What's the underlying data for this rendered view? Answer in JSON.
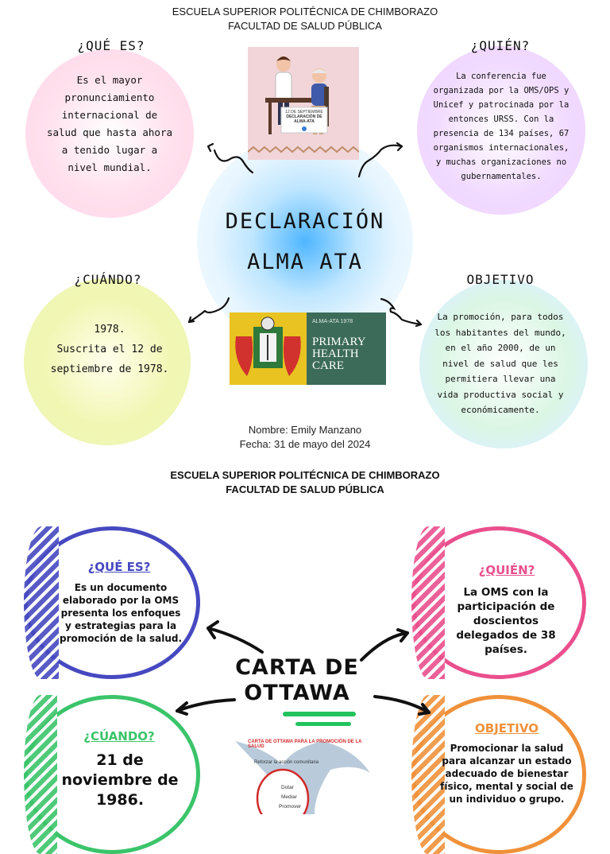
{
  "poster1": {
    "school": "ESCUELA SUPERIOR POLITÉCNICA DE CHIMBORAZO",
    "faculty": "FACULTAD DE SALUD PÚBLICA",
    "center_line1": "DECLARACIÓN",
    "center_line2": "ALMA ATA",
    "que_es": {
      "title": "¿QUÉ ES?",
      "text": "Es el mayor pronunciamiento internacional de salud que hasta ahora a tenido lugar a nivel mundial."
    },
    "quien": {
      "title": "¿QUIÉN?",
      "text": "La conferencia fue organizada por la OMS/OPS y Unicef y patrocinada por la entonces URSS. Con la presencia de 134 países, 67 organismos internacionales, y muchas organizaciones no gubernamentales."
    },
    "cuando": {
      "title": "¿CUÁNDO?",
      "line1": "1978.",
      "line2": "Suscrita el 12 de septiembre de 1978."
    },
    "objetivo": {
      "title": "OBJETIVO",
      "text": "La promoción, para todos los habitantes del mundo, en el año 2000, de un nivel de salud que les permitiera llevar una vida productiva social y económicamente."
    },
    "image_text": {
      "line1": "12 DE SEPTIEMBRE",
      "line2": "DECLARACIÓN DE",
      "line3": "ALMA-ATA"
    },
    "book": {
      "small": "ALMA-ATA 1978",
      "line1": "PRIMARY",
      "line2": "HEALTH CARE"
    },
    "author": "Nombre: Emily Manzano",
    "date": "Fecha: 31 de mayo del 2024"
  },
  "poster2": {
    "school": "ESCUELA SUPERIOR POLITÉCNICA DE CHIMBORAZO",
    "faculty": "FACULTAD DE SALUD PÚBLICA",
    "center_line1": "CARTA DE",
    "center_line2": "OTTAWA",
    "que_es": {
      "title": "¿QUÉ ES?",
      "text": "Es un documento elaborado por la OMS presenta los enfoques y estrategias para la promoción de la salud."
    },
    "quien": {
      "title": "¿QUIÉN?",
      "text": "La OMS con la participación de doscientos delegados de 38 países."
    },
    "cuando": {
      "title": "¿CÚANDO?",
      "text": "21 de noviembre de 1986."
    },
    "objetivo": {
      "title": "OBJETIVO",
      "text": "Promocionar la salud para alcanzar un estado adecuado de bienestar físico, mental y social de un individuo o grupo."
    },
    "graphic": {
      "header": "CARTA DE OTTAWA PARA LA PROMOCIÓN DE LA SALUD",
      "sub": "Reforzar la acción comunitaria",
      "item1": "Dotar",
      "item2": "Mediar",
      "item3": "Promover"
    }
  },
  "colors": {
    "blue_ring": "#4649c0",
    "pink_ring": "#ea4f8d",
    "green_ring": "#3bc46a",
    "orange_ring": "#f0913a",
    "center_underline": "#22c35e"
  }
}
